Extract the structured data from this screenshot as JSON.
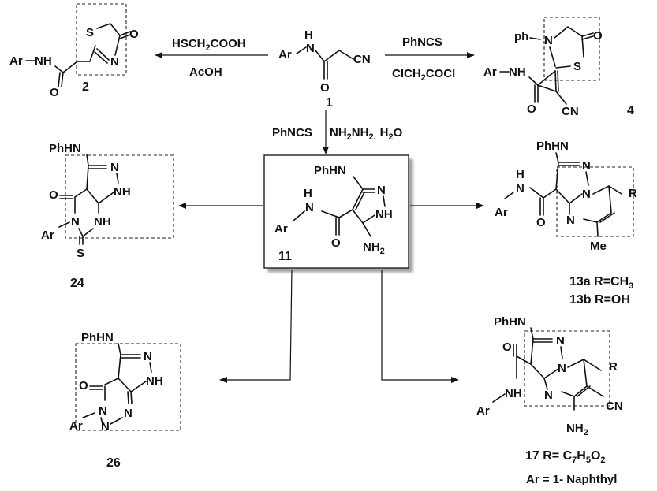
{
  "atoms": {
    "Ar": "Ar",
    "H": "H",
    "N": "N",
    "NH": "NH",
    "O": "O",
    "S": "S",
    "CN": "CN",
    "PhHN": "PhHN",
    "ph": "ph",
    "NH2": "NH",
    "NH2_sub": "2",
    "Me": "Me",
    "R": "R"
  },
  "reagents": {
    "left_top": "HSCH",
    "left_top_sub": "2",
    "left_top_end": "COOH",
    "left_bottom": "AcOH",
    "right_top": "PhNCS",
    "right_bottom": "ClCH",
    "right_bottom_sub": "2",
    "right_bottom_end": "COCl",
    "down_left": "PhNCS",
    "down_right_a": "NH",
    "down_right_a_sub": "2",
    "down_right_b": "NH",
    "down_right_b_sub": "2.",
    "down_right_c": "H",
    "down_right_c_sub": "2",
    "down_right_d": "O"
  },
  "compounds": {
    "c1": "1",
    "c2": "2",
    "c4": "4",
    "c11": "11",
    "c24": "24",
    "c26": "26",
    "c13": "13a R=CH",
    "c13_sub": "3",
    "c13b": "13b R=OH",
    "c17": "17 R= C",
    "c17_sub1": "7",
    "c17_mid": "H",
    "c17_sub2": "5",
    "c17_mid2": "O",
    "c17_sub3": "2"
  },
  "footnote": "Ar = 1- Naphthyl"
}
